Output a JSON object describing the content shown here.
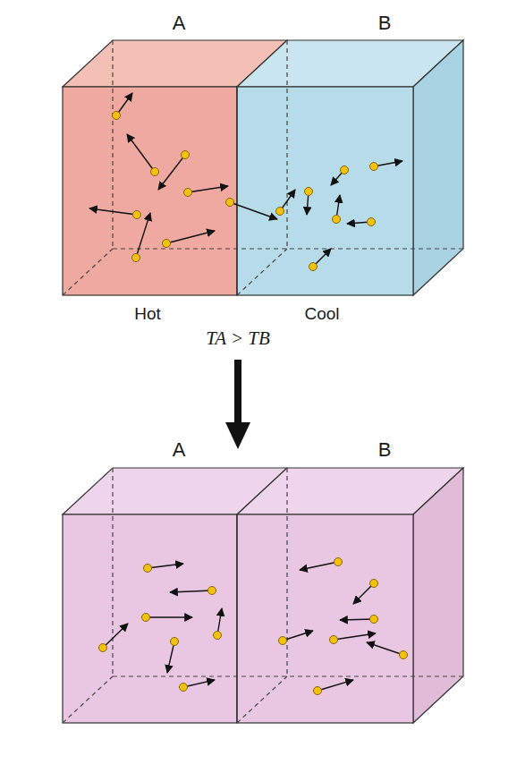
{
  "diagram": {
    "nodes": [
      {
        "text": [
          "A",
          "Hot"
        ]
      },
      {
        "text": [
          "B",
          "Cool"
        ]
      },
      {
        "text": [
          "A"
        ]
      },
      {
        "text": [
          "B"
        ]
      }
    ],
    "labels": [
      "TA > TB"
    ]
  }
}
